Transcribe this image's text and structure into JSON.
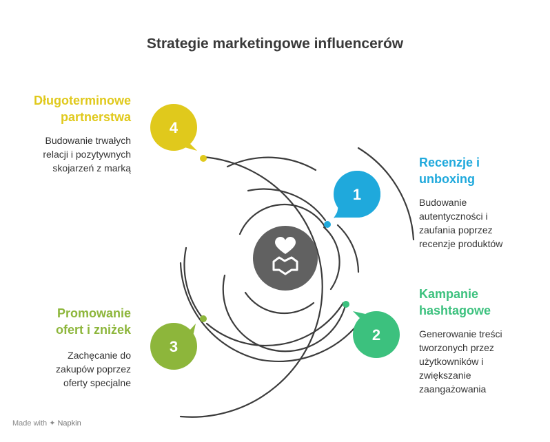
{
  "title": "Strategie marketingowe influencerów",
  "center_icon": "heart-handshake-icon",
  "items": [
    {
      "number": "1",
      "heading_line1": "Recenzje i",
      "heading_line2": "unboxing",
      "desc": [
        "Budowanie",
        "autentyczności i",
        "zaufania poprzez",
        "recenzje produktów"
      ],
      "color": "#1fa9dc"
    },
    {
      "number": "2",
      "heading_line1": "Kampanie",
      "heading_line2": "hashtagowe",
      "desc": [
        "Generowanie treści",
        "tworzonych przez",
        "użytkowników i",
        "zwiększanie",
        "zaangażowania"
      ],
      "color": "#3cc17e"
    },
    {
      "number": "3",
      "heading_line1": "Promowanie",
      "heading_line2": "ofert i zniżek",
      "desc": [
        "Zachęcanie do",
        "zakupów poprzez",
        "oferty specjalne"
      ],
      "color": "#8db63b"
    },
    {
      "number": "4",
      "heading_line1": "Długoterminowe",
      "heading_line2": "partnerstwa",
      "desc": [
        "Budowanie trwałych",
        "relacji i pozytywnych",
        "skojarzeń z marką"
      ],
      "color": "#e0c91c"
    }
  ],
  "footer": {
    "made_with": "Made with",
    "brand": "Napkin"
  }
}
